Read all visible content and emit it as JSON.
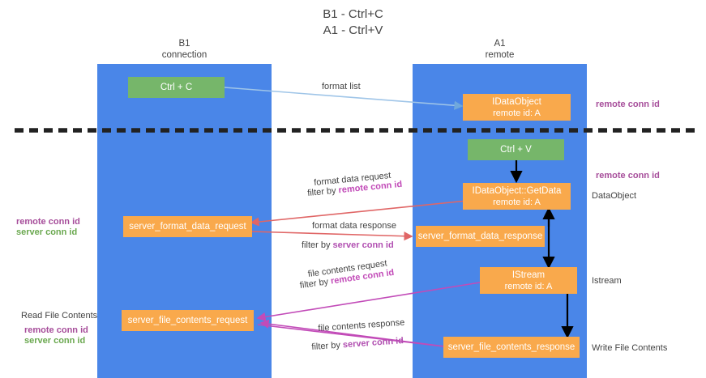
{
  "title": {
    "line1": "B1 - Ctrl+C",
    "line2": "A1 - Ctrl+V"
  },
  "columns": [
    {
      "name": "B1",
      "role": "connection"
    },
    {
      "name": "A1",
      "role": "remote"
    }
  ],
  "nodes": {
    "ctrl_c": {
      "line1": "Ctrl + C"
    },
    "idataobject": {
      "line1": "IDataObject",
      "line2": "remote id: A"
    },
    "ctrl_v": {
      "line1": "Ctrl + V"
    },
    "getdata": {
      "line1": "IDataObject::GetData",
      "line2": "remote id: A"
    },
    "server_format_data_request": {
      "line1": "server_format_data_request"
    },
    "server_format_data_response": {
      "line1": "server_format_data_response"
    },
    "istream": {
      "line1": "IStream",
      "line2": "remote id: A"
    },
    "server_file_contents_request": {
      "line1": "server_file_contents_request"
    },
    "server_file_contents_response": {
      "line1": "server_file_contents_response"
    }
  },
  "edge_labels": {
    "format_list": "format list",
    "format_data_request": "format data request",
    "format_data_request_filter_prefix": "filter by ",
    "format_data_request_filter_key": "remote conn id",
    "format_data_response": "format data response",
    "format_data_response_filter_prefix": "filter by ",
    "format_data_response_filter_key": "server conn id",
    "file_contents_request": "file contents request",
    "file_contents_request_filter_prefix": "filter by ",
    "file_contents_request_filter_key": "remote conn id",
    "file_contents_response": "file contents response",
    "file_contents_response_filter_prefix": "filter by ",
    "file_contents_response_filter_key": "server conn id"
  },
  "side_labels": {
    "right_remote_conn_id_top": "remote conn id",
    "right_remote_conn_id_mid": "remote conn id",
    "right_dataobject": "DataObject",
    "right_istream": "Istream",
    "right_write_file_contents": "Write File Contents",
    "left_remote_conn_id": "remote conn id",
    "left_server_conn_id": "server conn id",
    "left_read_file_contents": "Read File Contents",
    "left_remote_conn_id_2": "remote conn id",
    "left_server_conn_id_2": "server conn id"
  },
  "colors": {
    "lane": "#4a86e8",
    "node_green": "#76b66a",
    "node_orange": "#f9a94c",
    "key_purple": "#a64d9a",
    "key_green": "#6aa84f",
    "arrow_blue": "#9fc5e8",
    "arrow_red": "#e06666",
    "arrow_black": "#000000",
    "arrow_magenta": "#c24bb8",
    "divider": "#222222"
  }
}
